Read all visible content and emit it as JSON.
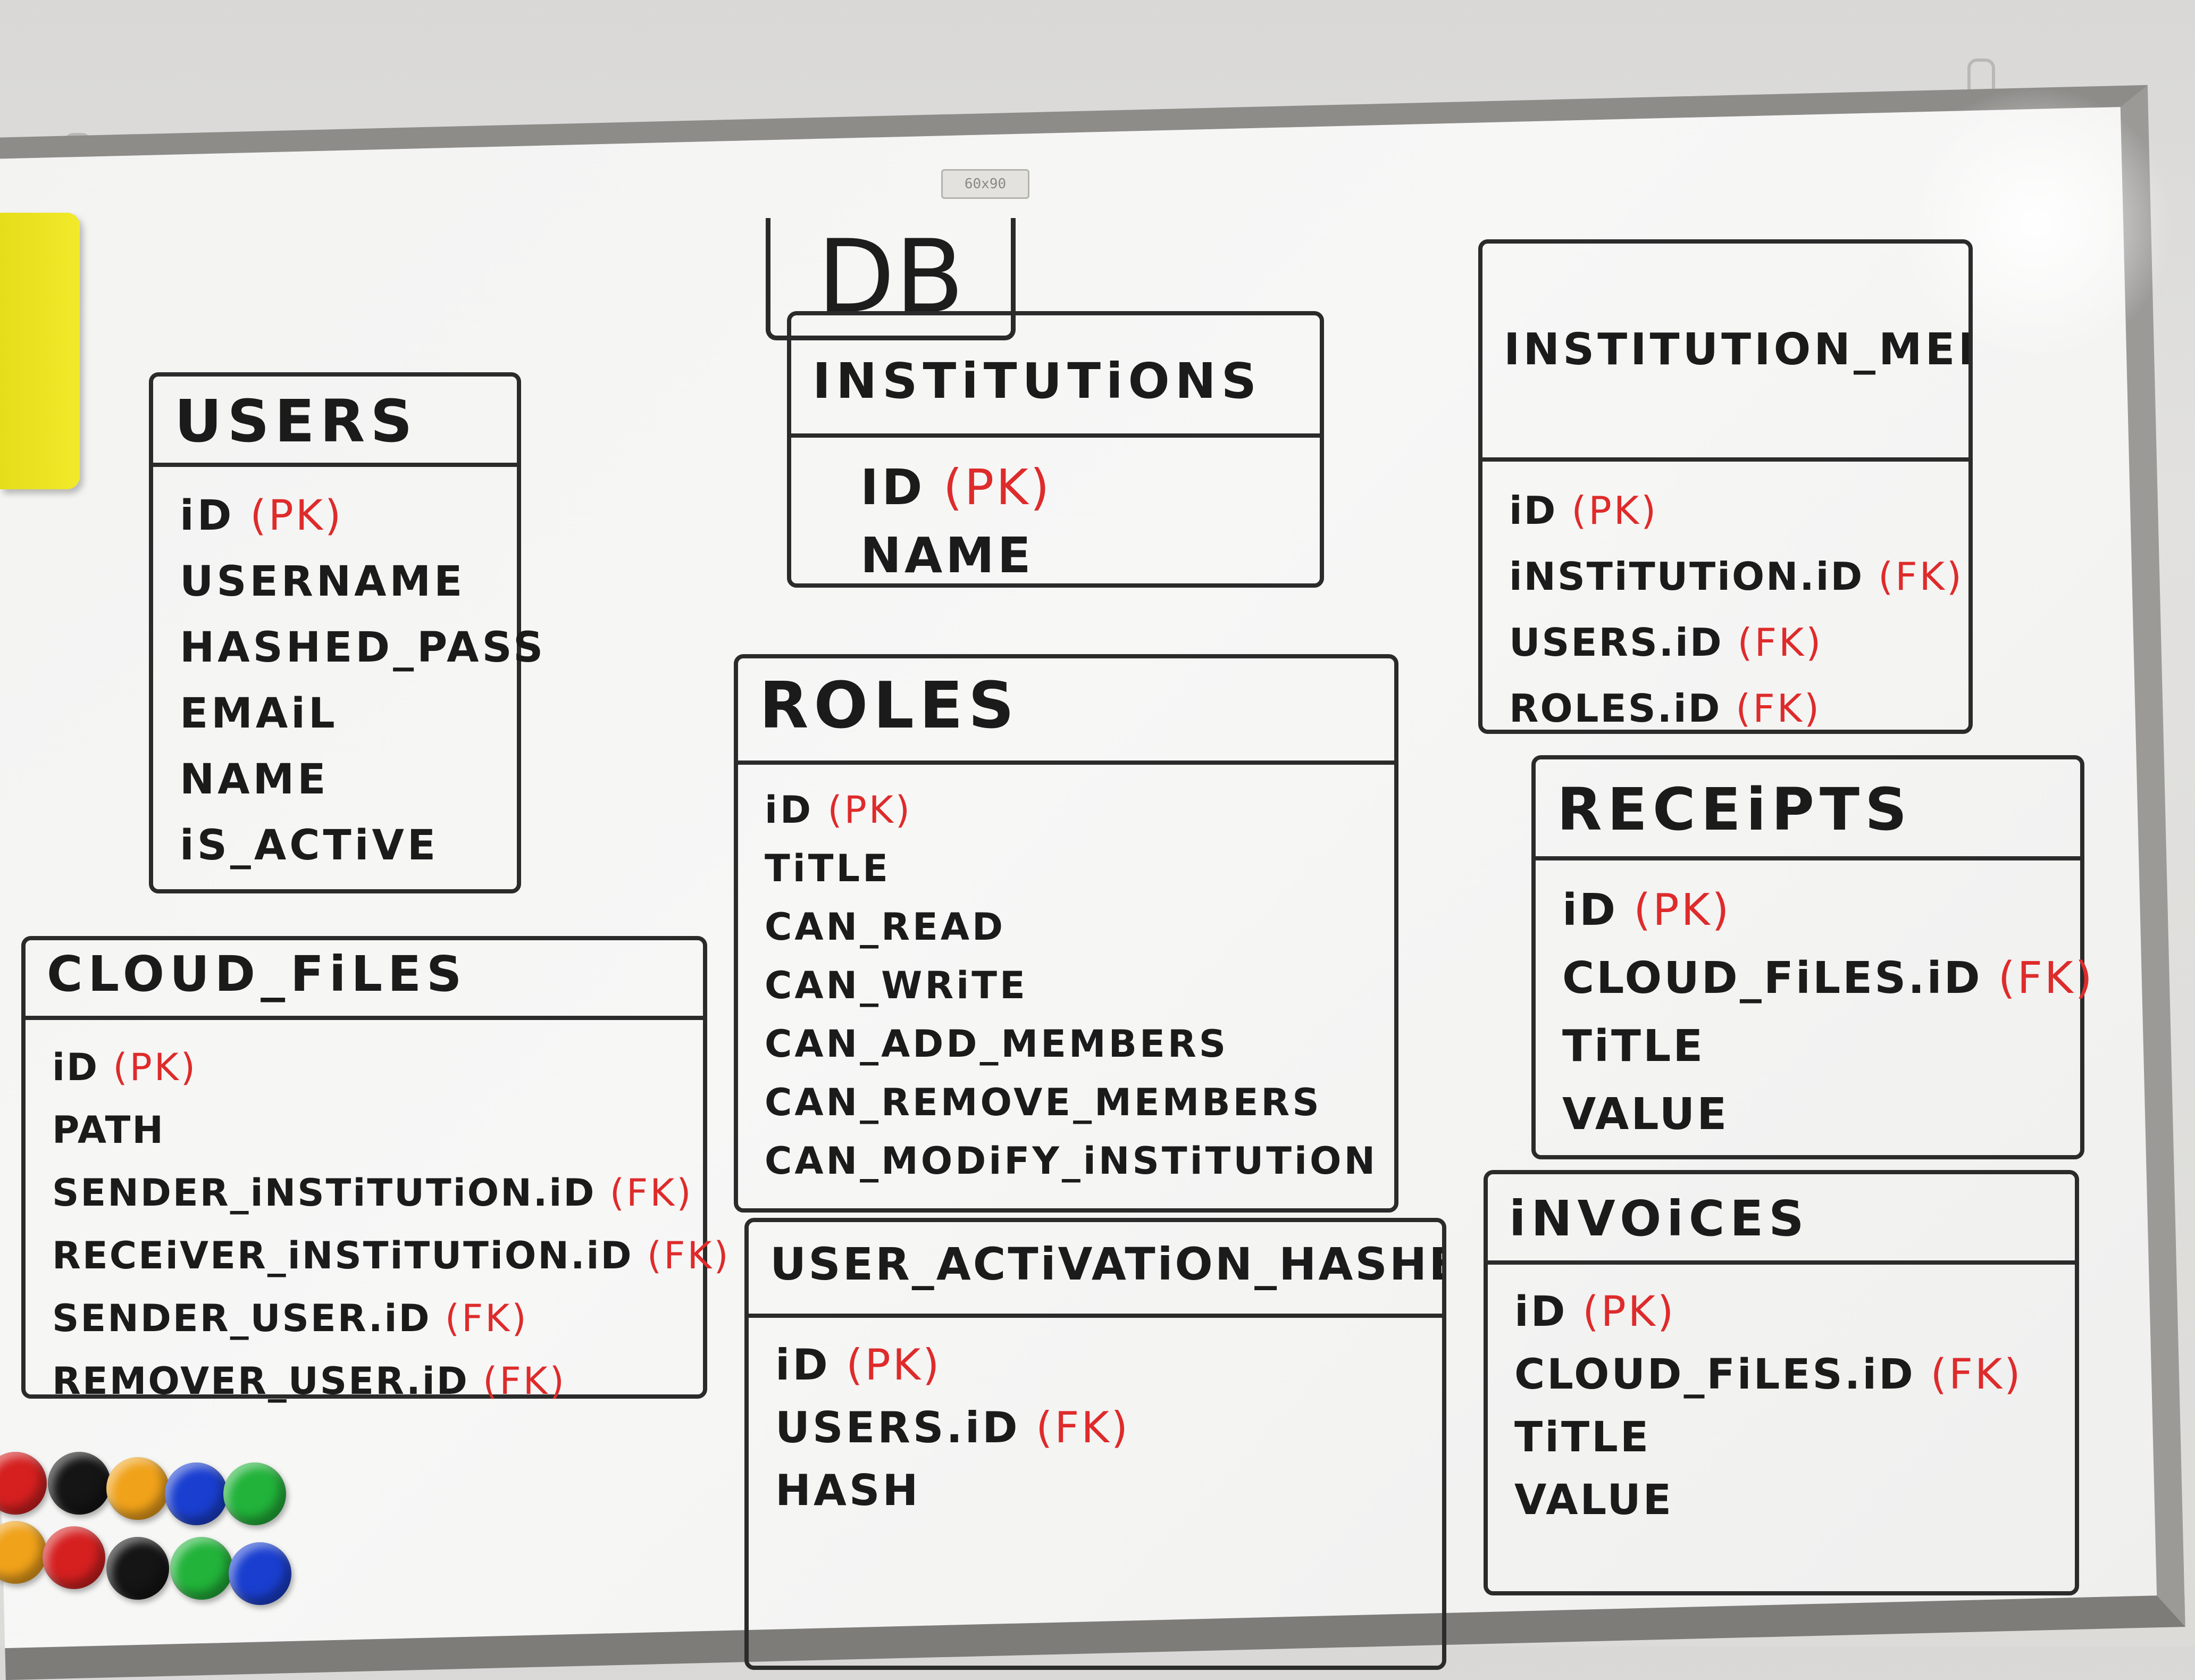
{
  "whiteboard": {
    "brand_tag": "60x90",
    "title": "DB",
    "colors": {
      "marker_black": "#1b1b1b",
      "marker_red": "#de2b2b",
      "board": "#f3f3f2",
      "frame": "#8d8c89",
      "sponge": "#e6dd1a"
    },
    "magnet_colors": [
      "#d62020",
      "#151515",
      "#f0a21a",
      "#1a3fd0",
      "#22b33a",
      "#f0a21a",
      "#d62020",
      "#151515",
      "#22b33a",
      "#1a3fd0"
    ]
  },
  "tables": [
    {
      "id": "t-users",
      "name": "USERS",
      "fields": [
        {
          "name": "iD",
          "key": "(PK)"
        },
        {
          "name": "USERNAME",
          "key": ""
        },
        {
          "name": "HASHED_PASS",
          "key": ""
        },
        {
          "name": "EMAiL",
          "key": ""
        },
        {
          "name": "NAME",
          "key": ""
        },
        {
          "name": "iS_ACTiVE",
          "key": ""
        }
      ]
    },
    {
      "id": "t-institutions",
      "name": "INSTiTUTiONS",
      "fields": [
        {
          "name": "ID",
          "key": "(PK)"
        },
        {
          "name": "NAME",
          "key": ""
        }
      ]
    },
    {
      "id": "t-inst-members",
      "name": "INSTITUTION_MEMBERS",
      "fields": [
        {
          "name": "iD",
          "key": "(PK)"
        },
        {
          "name": "iNSTiTUTiON.iD",
          "key": "(FK)"
        },
        {
          "name": "USERS.iD",
          "key": "(FK)"
        },
        {
          "name": "ROLES.iD",
          "key": "(FK)"
        }
      ]
    },
    {
      "id": "t-roles",
      "name": "ROLES",
      "fields": [
        {
          "name": "iD",
          "key": "(PK)"
        },
        {
          "name": "TiTLE",
          "key": ""
        },
        {
          "name": "CAN_READ",
          "key": ""
        },
        {
          "name": "CAN_WRiTE",
          "key": ""
        },
        {
          "name": "CAN_ADD_MEMBERS",
          "key": ""
        },
        {
          "name": "CAN_REMOVE_MEMBERS",
          "key": ""
        },
        {
          "name": "CAN_MODiFY_iNSTiTUTiON",
          "key": ""
        }
      ]
    },
    {
      "id": "t-receipts",
      "name": "RECEiPTS",
      "fields": [
        {
          "name": "iD",
          "key": "(PK)"
        },
        {
          "name": "CLOUD_FiLES.iD",
          "key": "(FK)"
        },
        {
          "name": "TiTLE",
          "key": ""
        },
        {
          "name": "VALUE",
          "key": ""
        }
      ]
    },
    {
      "id": "t-cloud-files",
      "name": "CLOUD_FiLES",
      "fields": [
        {
          "name": "iD",
          "key": "(PK)"
        },
        {
          "name": "PATH",
          "key": ""
        },
        {
          "name": "SENDER_iNSTiTUTiON.iD",
          "key": "(FK)"
        },
        {
          "name": "RECEiVER_iNSTiTUTiON.iD",
          "key": "(FK)"
        },
        {
          "name": "SENDER_USER.iD",
          "key": "(FK)"
        },
        {
          "name": "REMOVER_USER.iD",
          "key": "(FK)"
        }
      ]
    },
    {
      "id": "t-user-activation",
      "name": "USER_ACTiVATiON_HASHES",
      "fields": [
        {
          "name": "iD",
          "key": "(PK)"
        },
        {
          "name": "USERS.iD",
          "key": "(FK)"
        },
        {
          "name": "HASH",
          "key": ""
        }
      ]
    },
    {
      "id": "t-invoices",
      "name": "iNVOiCES",
      "fields": [
        {
          "name": "iD",
          "key": "(PK)"
        },
        {
          "name": "CLOUD_FiLES.iD",
          "key": "(FK)"
        },
        {
          "name": "TiTLE",
          "key": ""
        },
        {
          "name": "VALUE",
          "key": ""
        }
      ]
    }
  ]
}
